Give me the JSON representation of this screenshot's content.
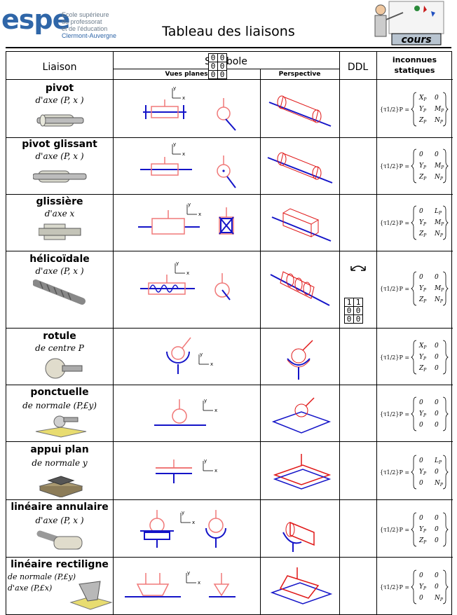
{
  "header": {
    "logo_word": "espe",
    "logo_lines": [
      "Ecole supérieure",
      "du professorat",
      "et de l'éducation",
      "Clermont-Auvergne"
    ],
    "title": "Tableau des liaisons",
    "cours_label": "cours"
  },
  "table": {
    "col_liaison": "Liaison",
    "col_symbole": "Symbole",
    "col_vues": "Vues planes",
    "col_perspective": "Perspective",
    "col_ddl": "DDL",
    "col_inconnues_1": "inconnues",
    "col_inconnues_2": "statiques",
    "symbole_ddl": [
      [
        "0",
        "0"
      ],
      [
        "0",
        "0"
      ],
      [
        "0",
        "0"
      ]
    ]
  },
  "rows": [
    {
      "name": "pivot",
      "sub": "d'axe (P, x )",
      "ddl": [],
      "matrix": [
        "X_P",
        "0",
        "Y_P",
        "M_P",
        "Z_P",
        "N_P"
      ]
    },
    {
      "name": "pivot glissant",
      "sub": "d'axe (P, x )",
      "ddl": [],
      "matrix": [
        "0",
        "0",
        "Y_P",
        "M_P",
        "Z_P",
        "N_P"
      ]
    },
    {
      "name": "glissière",
      "sub": "d'axe x",
      "ddl": [],
      "matrix": [
        "0",
        "L_P",
        "Y_P",
        "M_P",
        "Z_P",
        "N_P"
      ]
    },
    {
      "name": "hélicoïdale",
      "sub": "d'axe (P, x )",
      "ddl": [
        [
          "1",
          "1"
        ],
        [
          "0",
          "0"
        ],
        [
          "0",
          "0"
        ]
      ],
      "matrix": [
        "0",
        "0",
        "Y_P",
        "M_P",
        "Z_P",
        "N_P"
      ]
    },
    {
      "name": "rotule",
      "sub": "de centre P",
      "ddl": [],
      "matrix": [
        "X_P",
        "0",
        "Y_P",
        "0",
        "Z_P",
        "0"
      ]
    },
    {
      "name": "ponctuelle",
      "sub": "de normale (P,£y)",
      "ddl": [],
      "matrix": [
        "0",
        "0",
        "Y_P",
        "0",
        "0",
        "0"
      ]
    },
    {
      "name": "appui plan",
      "sub": "de normale y",
      "ddl": [],
      "matrix": [
        "0",
        "L_P",
        "Y_P",
        "0",
        "0",
        "N_P"
      ]
    },
    {
      "name": "linéaire annulaire",
      "sub": "d'axe (P, x )",
      "ddl": [],
      "matrix": [
        "0",
        "0",
        "Y_P",
        "0",
        "Z_P",
        "0"
      ]
    },
    {
      "name": "linéaire rectiligne",
      "sub": "de normale (P,£y)",
      "sub2": "d'axe (P,£x)",
      "ddl": [],
      "matrix": [
        "0",
        "0",
        "Y_P",
        "0",
        "0",
        "N_P"
      ]
    }
  ],
  "torseur_label": "{τ1/2}P =",
  "colors": {
    "blue": "#1414c8",
    "pink": "#f07878",
    "red": "#e01818",
    "logo": "#2f66a8"
  }
}
